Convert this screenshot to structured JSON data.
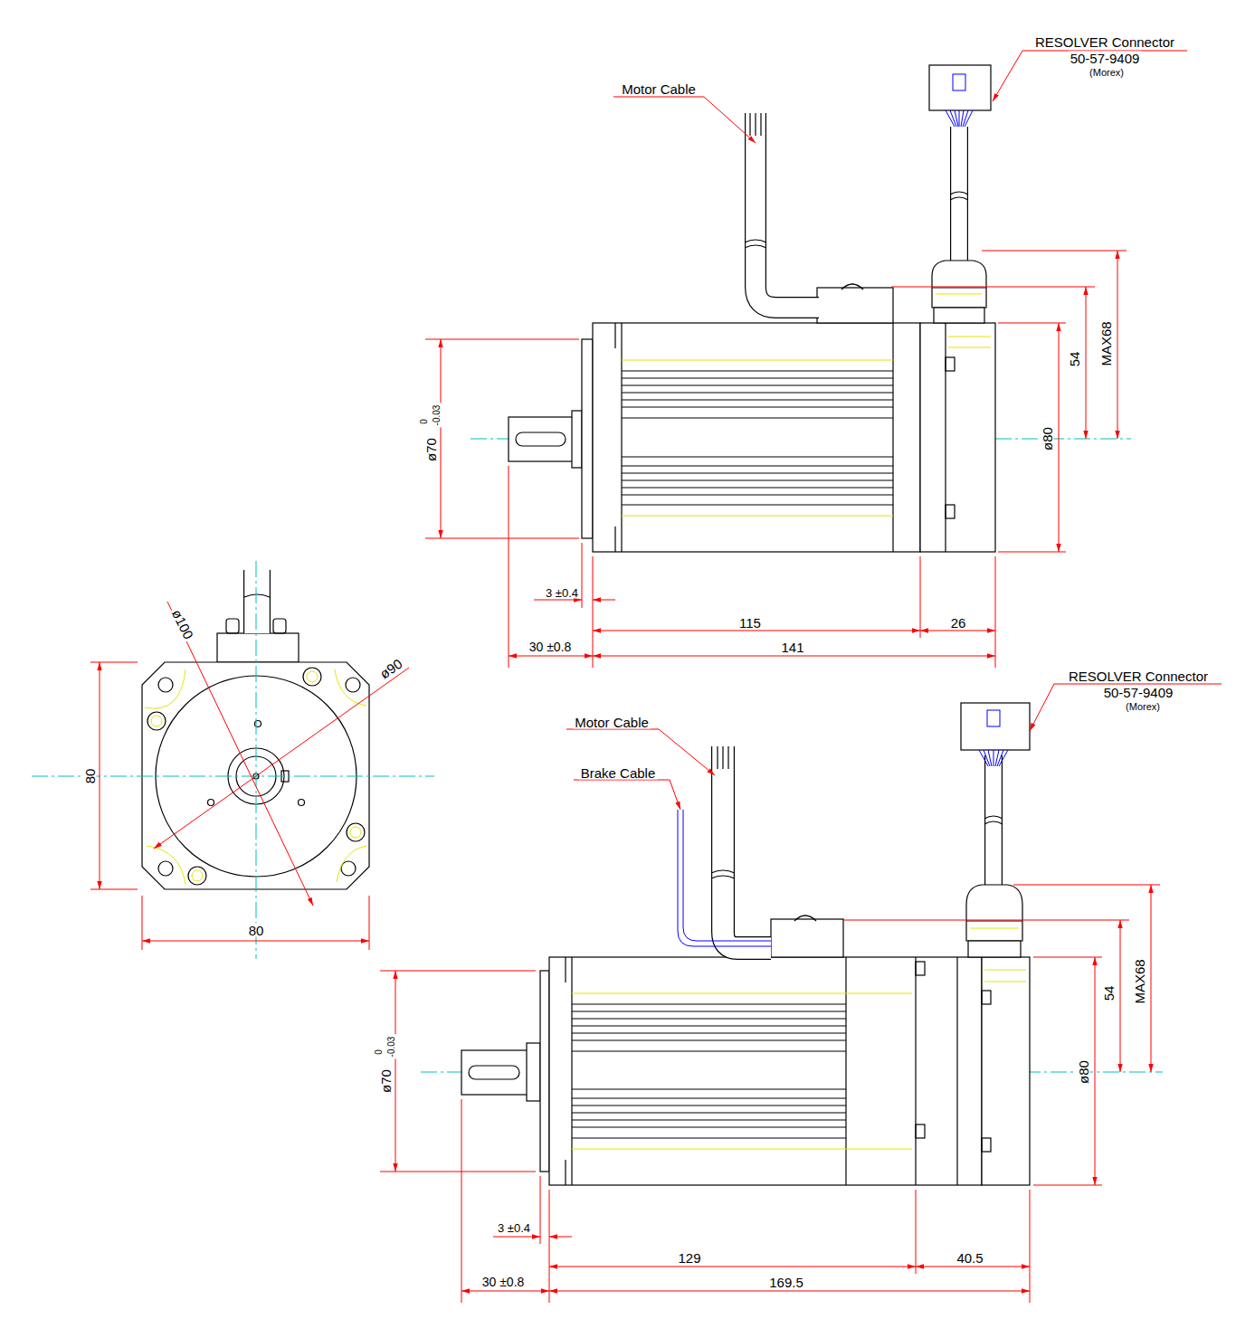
{
  "diagram": {
    "labels": [
      "Motor Cable",
      "RESOLVER Connector",
      "50-57-9409",
      "(Morex)",
      "MAX68",
      "54",
      "ø80",
      "ø70",
      "0",
      "-0.03",
      "3 ±0.4",
      "115",
      "26",
      "30 ±0.8",
      "141",
      "ø100",
      "ø90",
      "80",
      "80",
      "Brake Cable",
      "Motor Cable",
      "RESOLVER Connector",
      "50-57-9409",
      "(Morex)",
      "54",
      "MAX68",
      "ø80",
      "ø70",
      "0",
      "-0.03",
      "3 ±0.4",
      "129",
      "40.5",
      "30 ±0.8",
      "169.5"
    ]
  }
}
